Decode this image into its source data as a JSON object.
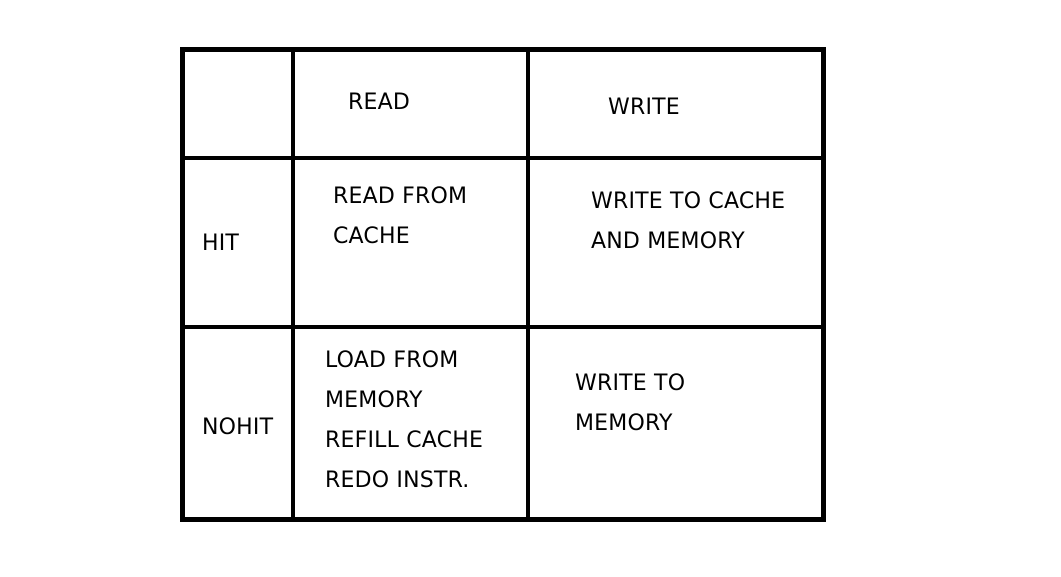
{
  "table": {
    "header": {
      "read": "READ",
      "write": "WRITE"
    },
    "rows": [
      {
        "label": "HIT",
        "read": [
          "READ FROM",
          "CACHE"
        ],
        "write": [
          "WRITE TO CACHE",
          "AND MEMORY"
        ]
      },
      {
        "label": "NOHIT",
        "read": [
          "LOAD FROM",
          "MEMORY",
          "REFILL CACHE",
          "REDO INSTR."
        ],
        "write": [
          "WRITE TO",
          "MEMORY"
        ]
      }
    ]
  }
}
